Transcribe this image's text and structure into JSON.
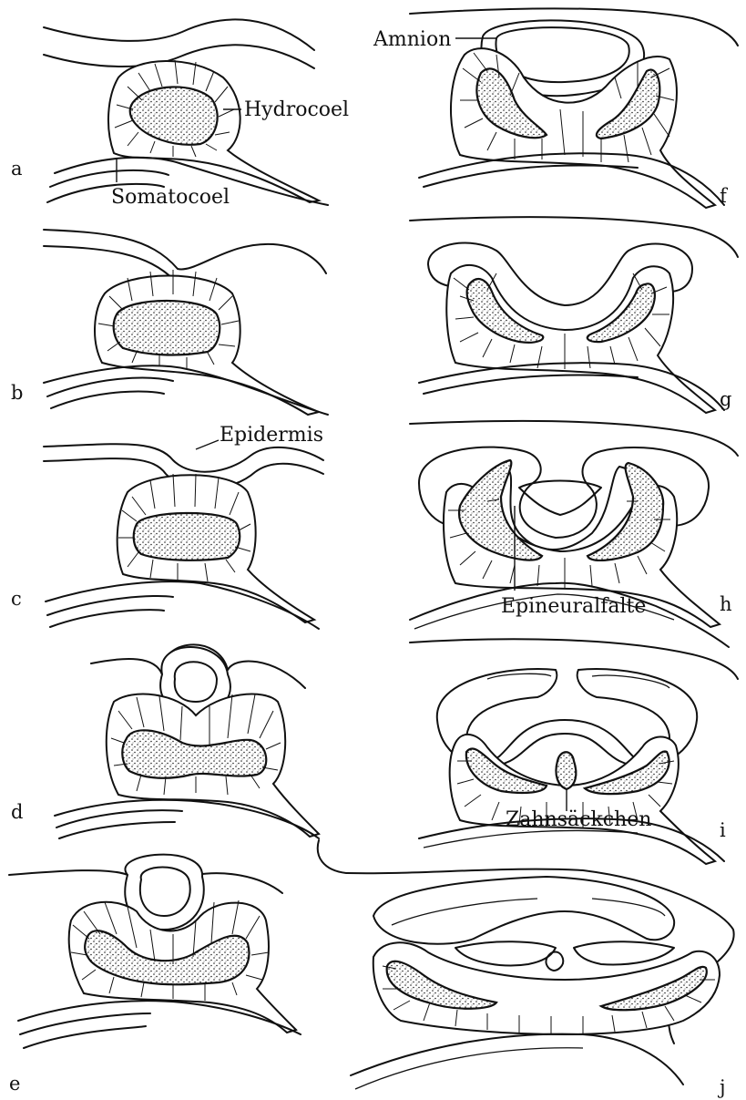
{
  "panels": [
    {
      "id": "a",
      "letter": "a"
    },
    {
      "id": "b",
      "letter": "b"
    },
    {
      "id": "c",
      "letter": "c"
    },
    {
      "id": "d",
      "letter": "d"
    },
    {
      "id": "e",
      "letter": "e"
    },
    {
      "id": "f",
      "letter": "f"
    },
    {
      "id": "g",
      "letter": "g"
    },
    {
      "id": "h",
      "letter": "h"
    },
    {
      "id": "i",
      "letter": "i"
    },
    {
      "id": "j",
      "letter": "j"
    }
  ],
  "labels": {
    "hydrocoel": "Hydrocoel",
    "somatocoel": "Somatocoel",
    "epidermis": "Epidermis",
    "amnion": "Amnion",
    "epineuralfalte": "Epineuralfalte",
    "zahnsaeckchen": "Zahnsäckchen"
  }
}
